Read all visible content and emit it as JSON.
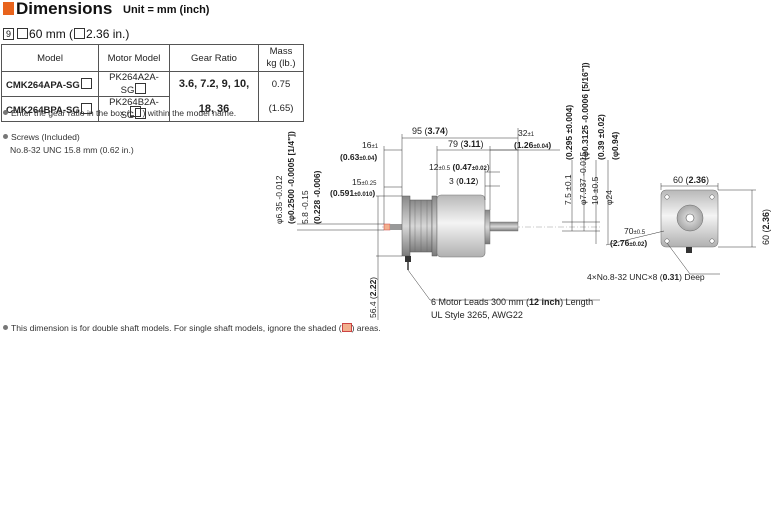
{
  "header": {
    "title": "Dimensions",
    "unit": "Unit = mm (inch)"
  },
  "size": {
    "code": "9",
    "label": "60 mm (",
    "label_in": "2.36 in.)"
  },
  "table": {
    "headers": [
      "Model",
      "Motor Model",
      "Gear Ratio",
      "Mass",
      "kg (lb.)"
    ],
    "rows": [
      {
        "model": "CMK264APA-SG",
        "motor": "PK264A2A-SG",
        "ratio": "3.6, 7.2, 9, 10,",
        "mass": "0.75"
      },
      {
        "model": "CMK264BPA-SG",
        "motor": "PK264B2A-SG",
        "ratio": "18, 36",
        "mass": "(1.65)"
      }
    ]
  },
  "notes": {
    "gear_ratio_pre": "Enter the gear ratio in the box (",
    "gear_ratio_post": ") within the model name.",
    "screws_title": "Screws (Included)",
    "screws_spec": "No.8-32 UNC 15.8 mm (0.62 in.)",
    "shaded_pre": "This dimension is for double shaft models. For single shaft models, ignore the shaded (",
    "shaded_post": ") areas."
  },
  "drawing": {
    "dim_95": "95 (",
    "dim_95_in": "3.74",
    "dim_close": ")",
    "dim_79": "79 (",
    "dim_79_in": "3.11",
    "dim_32": "32",
    "dim_32_tol": "±1",
    "dim_32_in": "(1.26",
    "dim_32_in_tol": "±0.04",
    "dim_32_in_close": ")",
    "dim_12": "12",
    "dim_12_tol": "±0.5",
    "dim_12_in": "(0.47",
    "dim_12_in_tol": "±0.02",
    "dim_3": "3 (",
    "dim_3_in": "0.12",
    "dim_16": "16",
    "dim_16_tol": "±1",
    "dim_16_in": "(0.63",
    "dim_16_in_tol": "±0.04",
    "dim_15": "15",
    "dim_15_tol": "±0.25",
    "dim_15_in": "(0.591",
    "dim_15_in_tol": "±0.010",
    "shaft_mm": "φ6.35 -0.012",
    "shaft_in": "(φ0.2500 -0.0005 [1/4\"])",
    "shaft_flat": "5.8 -0.15",
    "shaft_flat_in": "(0.228 -0.006)",
    "out_shaft_mm": "7.5 ±0.1",
    "out_shaft_in": "(0.295 ±0.004)",
    "out_dia_mm": "φ7.937 -0.015",
    "out_dia_in": "(φ0.3125 -0.0006 [5/16\"])",
    "boss_mm": "10 ±0.5",
    "boss_in": "(0.39 ±0.02)",
    "pilot_mm": "φ24",
    "pilot_in": "(φ0.94)",
    "body_sq": "56.4 (",
    "body_sq_in": "2.22",
    "flange_top": "60 (",
    "flange_top_in": "2.36",
    "flange_side": "60 (",
    "flange_side_in": "2.36",
    "pcd": "70",
    "pcd_tol": "±0.5",
    "pcd_in": "(2.76",
    "pcd_in_tol": "±0.02",
    "holes": "4×No.8-32 UNC×8 (",
    "holes_in": "0.31",
    "holes_post": ") Deep",
    "leads_pre": "6 Motor Leads 300 mm (",
    "leads_in": "12 inch",
    "leads_post": ") Length",
    "leads_ul": "UL Style 3265, AWG22"
  }
}
